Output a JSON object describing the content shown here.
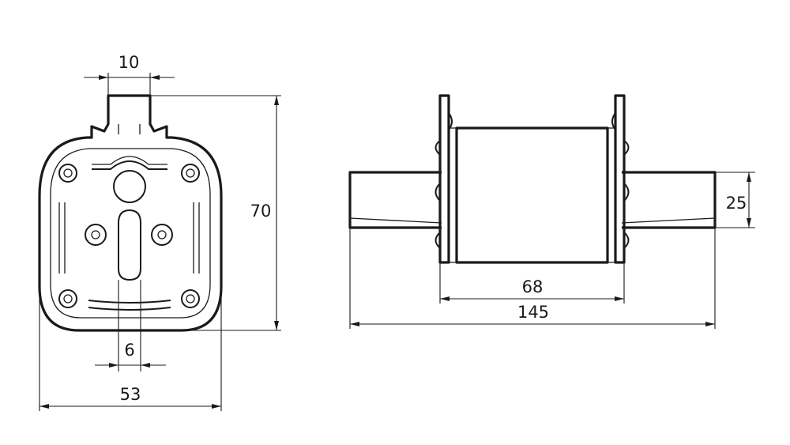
{
  "dimensions": {
    "front_view": {
      "blade_width": "10",
      "total_height": "70",
      "slot_width": "6",
      "total_width": "53"
    },
    "side_view": {
      "blade_height": "25",
      "body_length": "68",
      "total_length": "145"
    }
  },
  "colors": {
    "line": "#1a1a1a",
    "background": "#ffffff"
  }
}
